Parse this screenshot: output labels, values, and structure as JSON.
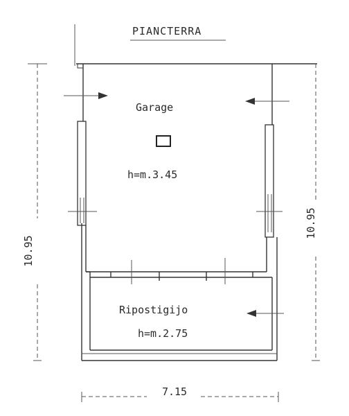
{
  "title": "PIANCTERRA",
  "rooms": {
    "garage": {
      "name": "Garage",
      "height": "h=m.3.45"
    },
    "storage": {
      "name": "Ripostigijo",
      "height": "h=m.2.75"
    }
  },
  "dimensions": {
    "left_height": "10.95",
    "right_height": "10.95",
    "width": "7.15"
  }
}
